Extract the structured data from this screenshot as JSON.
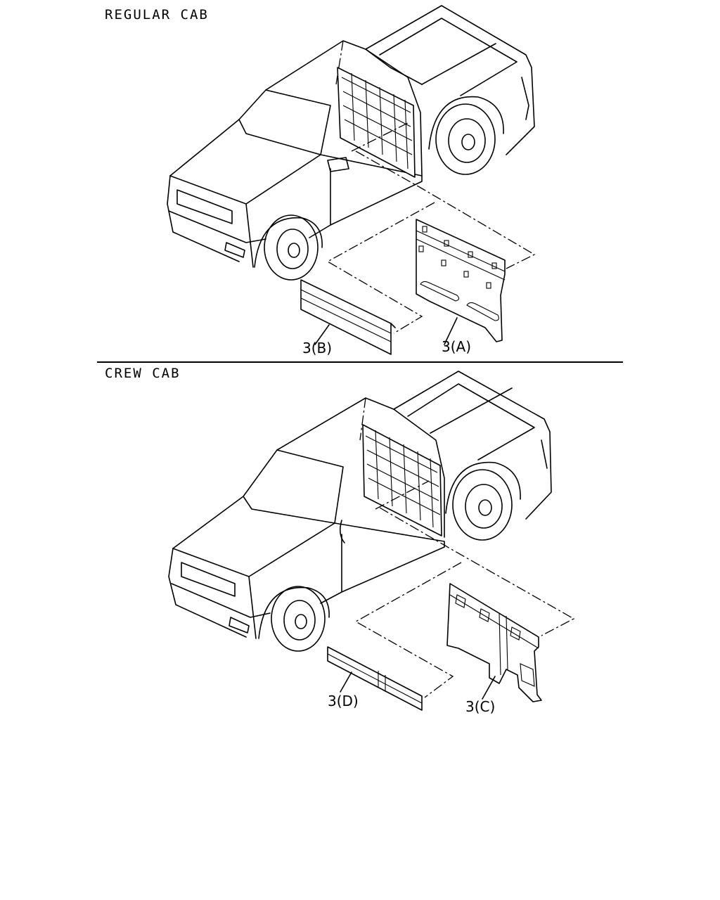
{
  "sections": {
    "regular": {
      "title": "REGULAR CAB"
    },
    "crew": {
      "title": "CREW CAB"
    }
  },
  "callouts": {
    "a": "3(A)",
    "b": "3(B)",
    "c": "3(C)",
    "d": "3(D)"
  }
}
